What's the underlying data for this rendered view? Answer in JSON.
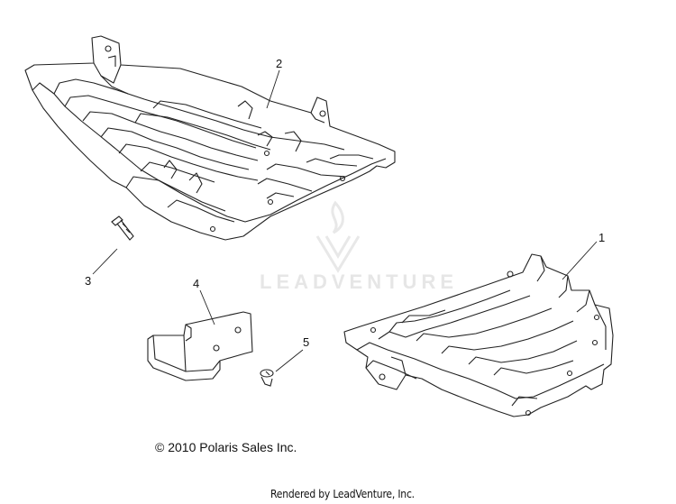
{
  "callouts": {
    "c1": "1",
    "c2": "2",
    "c3": "3",
    "c4": "4",
    "c5": "5"
  },
  "footer": {
    "copyright": "© 2010 Polaris Sales Inc.",
    "rendered_by": "Rendered by LeadVenture, Inc."
  },
  "watermark": {
    "text": "LEADVENTURE"
  },
  "colors": {
    "line": "#222222",
    "watermark": "#e6e6e6"
  }
}
